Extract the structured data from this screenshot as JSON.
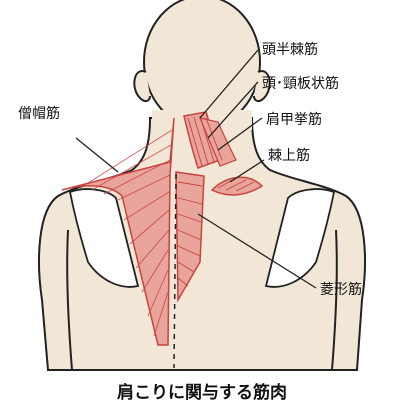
{
  "labels": {
    "trapezius": "僧帽筋",
    "semispinalis_capitis": "頭半棘筋",
    "splenius": "頭･頸板状筋",
    "levator_scapulae": "肩甲挙筋",
    "supraspinatus": "棘上筋",
    "rhomboid": "菱形筋"
  },
  "caption": "肩こりに関与する筋肉",
  "colors": {
    "skin": "#f2e7d7",
    "outline": "#222222",
    "muscle_fill": "#e9a49c",
    "muscle_stroke": "#c7443f",
    "scapula": "#ffffff"
  }
}
